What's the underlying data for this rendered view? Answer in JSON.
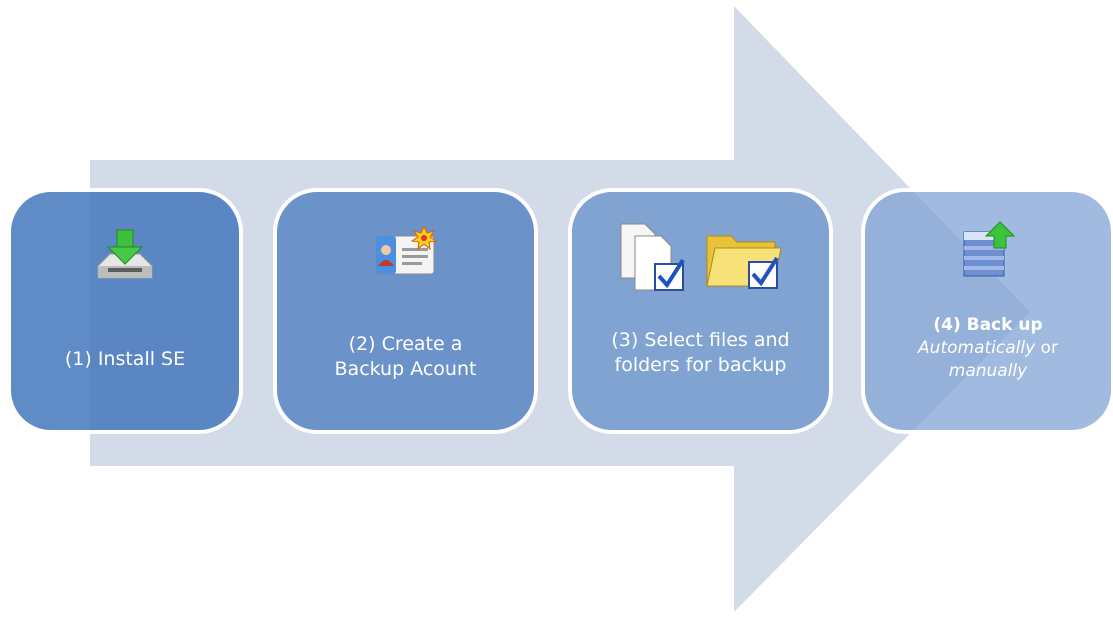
{
  "steps": [
    {
      "label": "(1) Install SE"
    },
    {
      "label_line1": "(2) Create a",
      "label_line2": "Backup Acount"
    },
    {
      "label_line1": "(3) Select files and",
      "label_line2": "folders for backup"
    },
    {
      "title": "(4) Back up",
      "auto": "Automatically",
      "or": " or",
      "manual": "manually"
    }
  ],
  "colors": {
    "arrow": "#d3dbe9",
    "box1": "#497bbe",
    "box2": "#5886c4",
    "box3": "#6e96cc",
    "box4": "#7da0d2",
    "text": "#ffffff"
  },
  "icons": [
    "install-download-icon",
    "contact-card-icon",
    "files-check-icon",
    "folder-check-icon",
    "server-backup-icon"
  ]
}
